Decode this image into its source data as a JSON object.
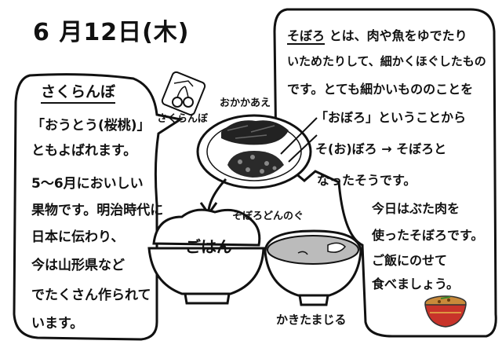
{
  "header": {
    "date": "6 月12日(木)"
  },
  "left_bubble": {
    "title": "さくらんぼ",
    "lines": [
      "「おうとう(桜桃)」",
      "ともよばれます。",
      "5～6月においしい",
      "果物です。明治時代に",
      "日本に伝わり、",
      "今は山形県など",
      "でたくさん作られて",
      "います。"
    ]
  },
  "right_bubble": {
    "keyword": "そぼろ",
    "line1_rest": "とは、肉や魚をゆでたり",
    "lines": [
      "いためたりして、細かくほぐしたもの",
      "です。とても細かいもののことを",
      "「おぼろ」ということから",
      "そ(お)ぼろ → そぼろと",
      "なったそうです。",
      "今日はぶた肉を",
      "使ったそぼろです。",
      "ご飯にのせて",
      "食べましょう。"
    ]
  },
  "labels": {
    "cherry": "さくらんぼ",
    "okaka": "おかかあえ",
    "soboro_don": "そぼろどんのぐ",
    "rice": "ごはん",
    "soup": "かきたまじる"
  }
}
